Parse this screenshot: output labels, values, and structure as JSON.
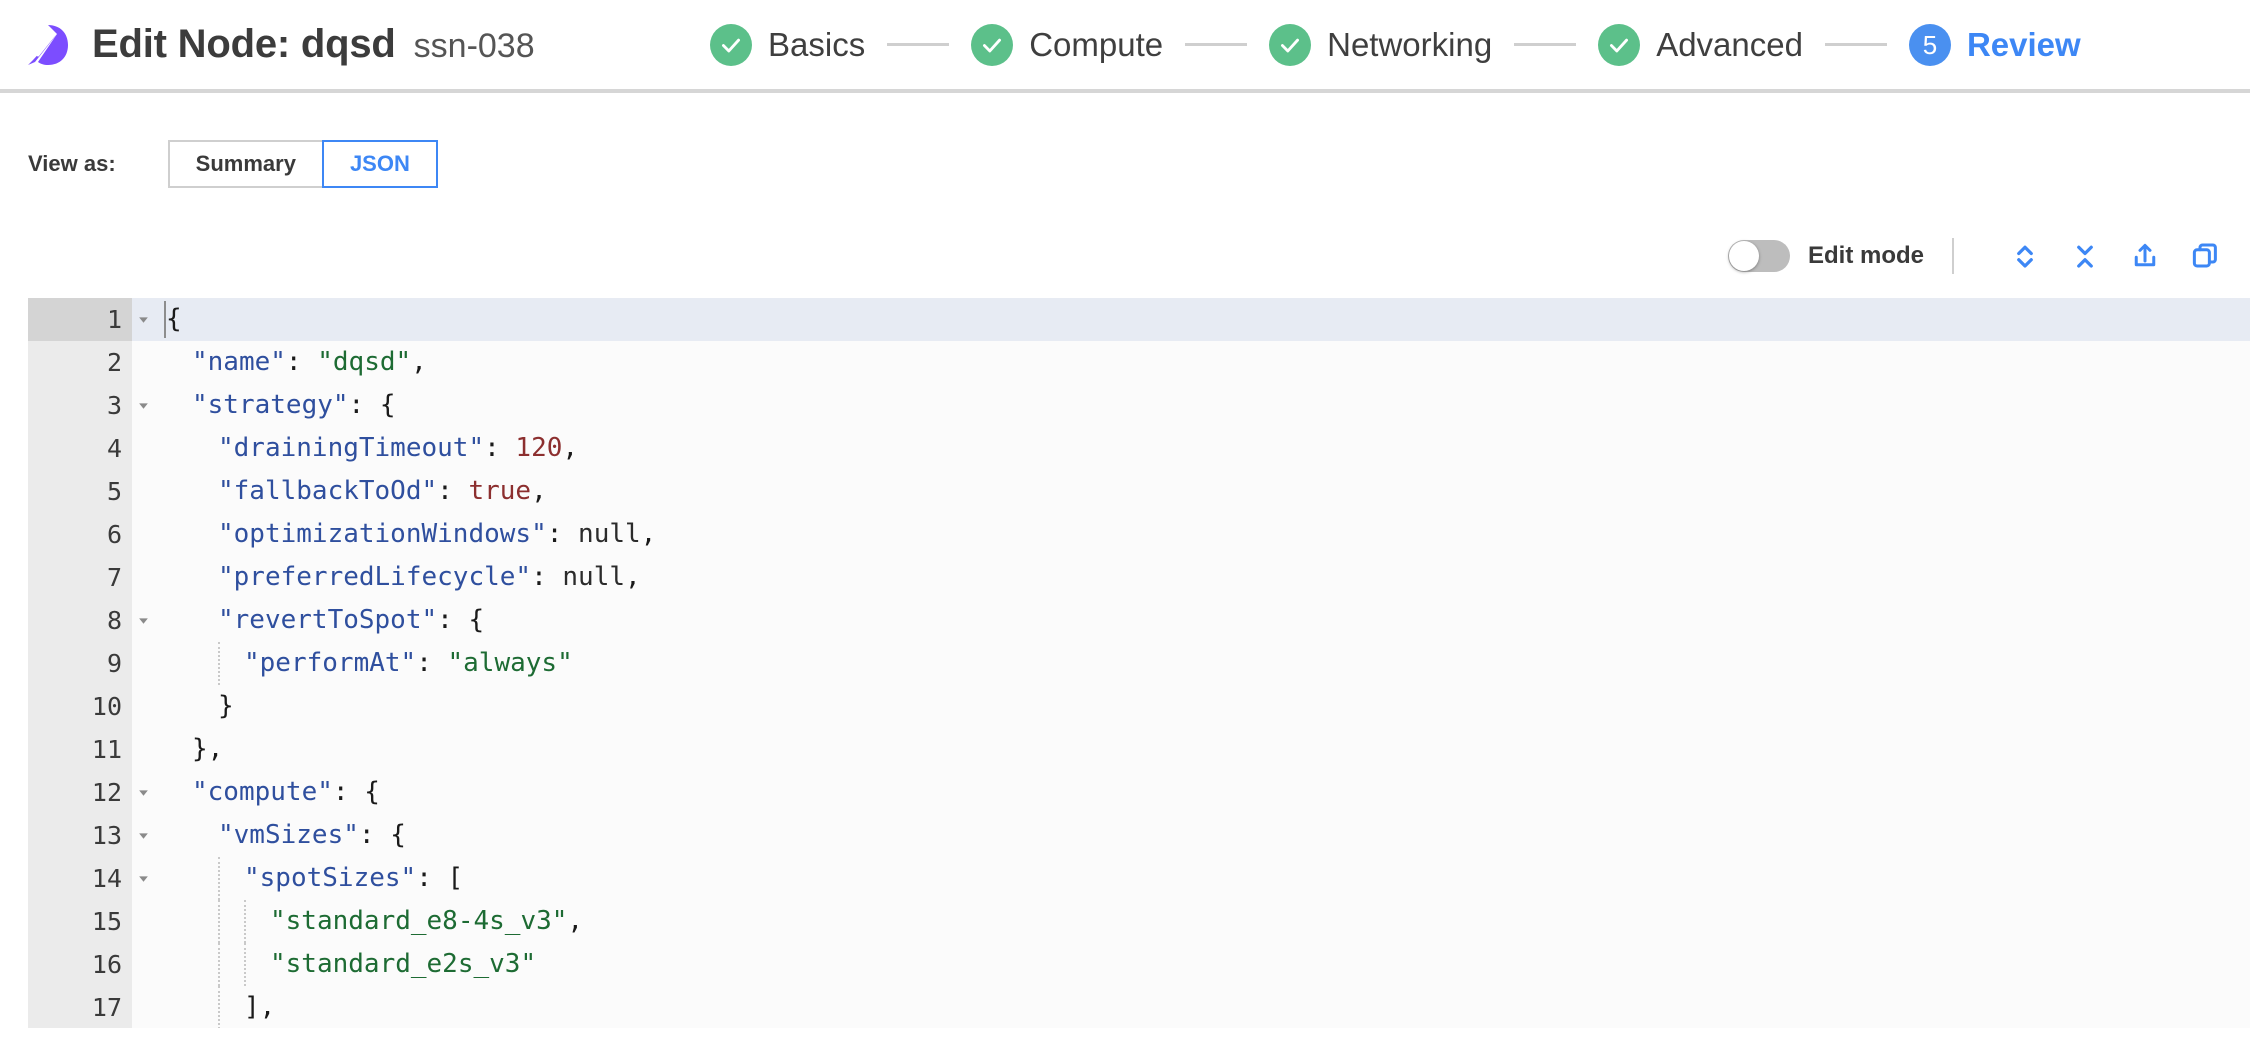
{
  "header": {
    "logo_name": "spot-rocket-logo",
    "title": "Edit Node: dqsd",
    "node_id": "ssn-038",
    "steps": [
      {
        "label": "Basics",
        "state": "done",
        "badge": "✓"
      },
      {
        "label": "Compute",
        "state": "done",
        "badge": "✓"
      },
      {
        "label": "Networking",
        "state": "done",
        "badge": "✓"
      },
      {
        "label": "Advanced",
        "state": "done",
        "badge": "✓"
      },
      {
        "label": "Review",
        "state": "active",
        "badge": "5"
      }
    ]
  },
  "view_as": {
    "label": "View as:",
    "options": [
      {
        "label": "Summary",
        "selected": false
      },
      {
        "label": "JSON",
        "selected": true
      }
    ]
  },
  "toolbar": {
    "edit_mode_label": "Edit mode",
    "edit_mode_on": false,
    "icons": [
      {
        "name": "expand-all-icon",
        "title": "Expand all"
      },
      {
        "name": "collapse-all-icon",
        "title": "Collapse all"
      },
      {
        "name": "export-icon",
        "title": "Export"
      },
      {
        "name": "copy-icon",
        "title": "Copy"
      }
    ]
  },
  "editor": {
    "active_line": 1,
    "lines": [
      {
        "n": 1,
        "fold": true,
        "indent": 0,
        "tokens": [
          {
            "t": "punct",
            "v": "{"
          }
        ]
      },
      {
        "n": 2,
        "fold": false,
        "indent": 1,
        "tokens": [
          {
            "t": "key",
            "v": "\"name\""
          },
          {
            "t": "punct",
            "v": ": "
          },
          {
            "t": "str",
            "v": "\"dqsd\""
          },
          {
            "t": "punct",
            "v": ","
          }
        ]
      },
      {
        "n": 3,
        "fold": true,
        "indent": 1,
        "tokens": [
          {
            "t": "key",
            "v": "\"strategy\""
          },
          {
            "t": "punct",
            "v": ": {"
          }
        ]
      },
      {
        "n": 4,
        "fold": false,
        "indent": 2,
        "tokens": [
          {
            "t": "key",
            "v": "\"drainingTimeout\""
          },
          {
            "t": "punct",
            "v": ": "
          },
          {
            "t": "num",
            "v": "120"
          },
          {
            "t": "punct",
            "v": ","
          }
        ]
      },
      {
        "n": 5,
        "fold": false,
        "indent": 2,
        "tokens": [
          {
            "t": "key",
            "v": "\"fallbackToOd\""
          },
          {
            "t": "punct",
            "v": ": "
          },
          {
            "t": "bool",
            "v": "true"
          },
          {
            "t": "punct",
            "v": ","
          }
        ]
      },
      {
        "n": 6,
        "fold": false,
        "indent": 2,
        "tokens": [
          {
            "t": "key",
            "v": "\"optimizationWindows\""
          },
          {
            "t": "punct",
            "v": ": "
          },
          {
            "t": "null",
            "v": "null"
          },
          {
            "t": "punct",
            "v": ","
          }
        ]
      },
      {
        "n": 7,
        "fold": false,
        "indent": 2,
        "tokens": [
          {
            "t": "key",
            "v": "\"preferredLifecycle\""
          },
          {
            "t": "punct",
            "v": ": "
          },
          {
            "t": "null",
            "v": "null"
          },
          {
            "t": "punct",
            "v": ","
          }
        ]
      },
      {
        "n": 8,
        "fold": true,
        "indent": 2,
        "tokens": [
          {
            "t": "key",
            "v": "\"revertToSpot\""
          },
          {
            "t": "punct",
            "v": ": {"
          }
        ]
      },
      {
        "n": 9,
        "fold": false,
        "indent": 3,
        "tokens": [
          {
            "t": "key",
            "v": "\"performAt\""
          },
          {
            "t": "punct",
            "v": ": "
          },
          {
            "t": "str",
            "v": "\"always\""
          }
        ]
      },
      {
        "n": 10,
        "fold": false,
        "indent": 2,
        "tokens": [
          {
            "t": "punct",
            "v": "}"
          }
        ]
      },
      {
        "n": 11,
        "fold": false,
        "indent": 1,
        "tokens": [
          {
            "t": "punct",
            "v": "},"
          }
        ]
      },
      {
        "n": 12,
        "fold": true,
        "indent": 1,
        "tokens": [
          {
            "t": "key",
            "v": "\"compute\""
          },
          {
            "t": "punct",
            "v": ": {"
          }
        ]
      },
      {
        "n": 13,
        "fold": true,
        "indent": 2,
        "tokens": [
          {
            "t": "key",
            "v": "\"vmSizes\""
          },
          {
            "t": "punct",
            "v": ": {"
          }
        ]
      },
      {
        "n": 14,
        "fold": true,
        "indent": 3,
        "tokens": [
          {
            "t": "key",
            "v": "\"spotSizes\""
          },
          {
            "t": "punct",
            "v": ": ["
          }
        ]
      },
      {
        "n": 15,
        "fold": false,
        "indent": 4,
        "tokens": [
          {
            "t": "str",
            "v": "\"standard_e8-4s_v3\""
          },
          {
            "t": "punct",
            "v": ","
          }
        ]
      },
      {
        "n": 16,
        "fold": false,
        "indent": 4,
        "tokens": [
          {
            "t": "str",
            "v": "\"standard_e2s_v3\""
          }
        ]
      },
      {
        "n": 17,
        "fold": false,
        "indent": 3,
        "tokens": [
          {
            "t": "punct",
            "v": "],"
          }
        ]
      }
    ]
  },
  "colors": {
    "accent_blue": "#3d87f5",
    "step_done_green": "#5cc08a",
    "logo_purple": "#7c4dff",
    "json_key": "#2f4f9e",
    "json_string": "#1d6b33",
    "json_number": "#8c2f2f"
  }
}
